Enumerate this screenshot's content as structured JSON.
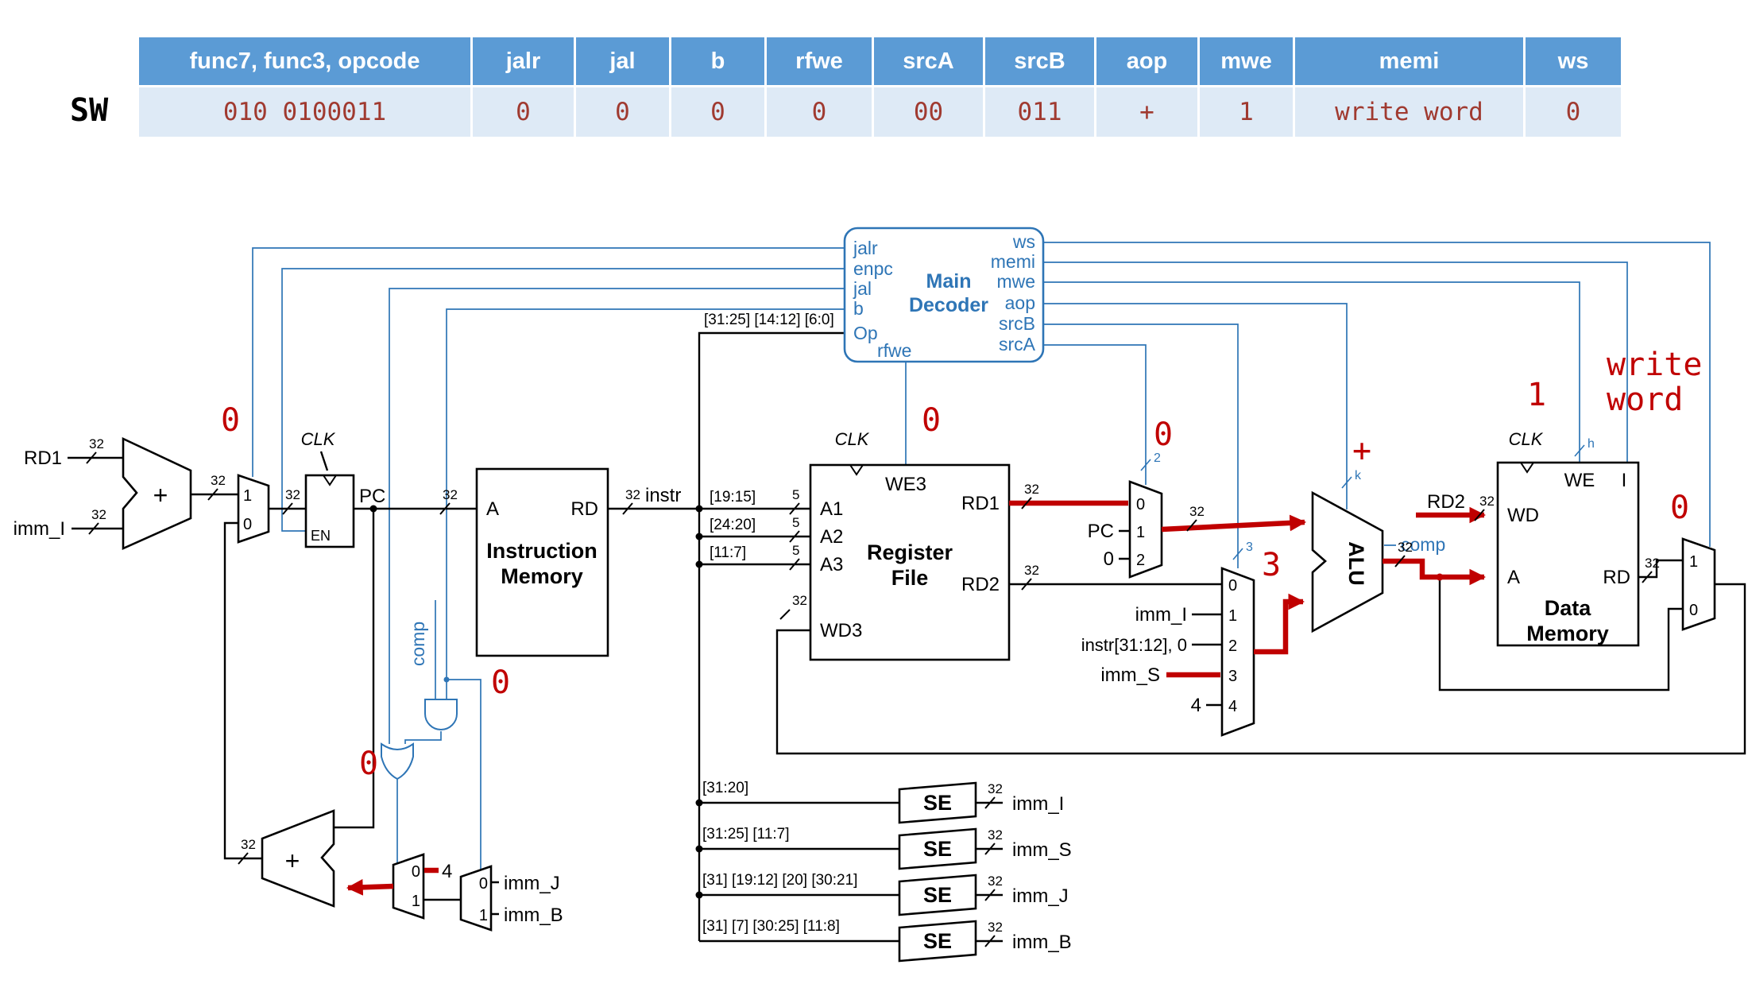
{
  "colors": {
    "table_header_bg": "#5B9BD5",
    "table_row_bg": "#DEEAF6",
    "value_red": "#A03A30",
    "annotation_red": "#C00000",
    "control_blue": "#2E75B6"
  },
  "table": {
    "row_label": "SW",
    "headers": [
      "func7, func3, opcode",
      "jalr",
      "jal",
      "b",
      "rfwe",
      "srcA",
      "srcB",
      "aop",
      "mwe",
      "memi",
      "ws"
    ],
    "values": [
      "010 0100011",
      "0",
      "0",
      "0",
      "0",
      "00",
      "011",
      "+",
      "1",
      "write word",
      "0"
    ]
  },
  "d": {
    "plus": "+",
    "left": {
      "rd1": "RD1",
      "immi": "imm_I"
    },
    "pc": {
      "clk": "CLK",
      "en": "EN",
      "pc": "PC",
      "m1": "1",
      "m0": "0"
    },
    "imem": {
      "a": "A",
      "rd": "RD",
      "n1": "Instruction",
      "n2": "Memory",
      "instr": "instr"
    },
    "slice": {
      "op": "[31:25] [14:12] [6:0]",
      "a1": "[19:15]",
      "a2": "[24:20]",
      "a3": "[11:7]",
      "s1": "[31:20]",
      "s2": "[31:25] [11:7]",
      "s3": "[31] [19:12] [20] [30:21]",
      "s4": "[31] [7] [30:25] [11:8]"
    },
    "dec": {
      "t1": "Main",
      "t2": "Decoder",
      "jalr": "jalr",
      "enpc": "enpc",
      "jal": "jal",
      "b": "b",
      "op": "Op",
      "rfwe": "rfwe",
      "ws": "ws",
      "memi": "memi",
      "mwe": "mwe",
      "aop": "aop",
      "srcb": "srcB",
      "srca": "srcA"
    },
    "rf": {
      "clk": "CLK",
      "we3": "WE3",
      "a1": "A1",
      "a2": "A2",
      "a3": "A3",
      "wd3": "WD3",
      "rd1": "RD1",
      "rd2": "RD2",
      "n1": "Register",
      "n2": "File"
    },
    "ma": {
      "i0": "0",
      "i1": "1",
      "i2": "2",
      "pc": "PC",
      "zero": "0"
    },
    "mb": {
      "i0": "0",
      "i1": "1",
      "i2": "2",
      "i3": "3",
      "i4": "4",
      "immi": "imm_I",
      "instr": "instr[31:12], 0",
      "imms": "imm_S",
      "four": "4"
    },
    "alu": {
      "name": "ALU",
      "comp": "comp"
    },
    "compv": "comp",
    "dm": {
      "clk": "CLK",
      "we": "WE",
      "i": "I",
      "wd": "WD",
      "a": "A",
      "rd": "RD",
      "n1": "Data",
      "n2": "Memory",
      "rd2": "RD2"
    },
    "mw": {
      "i1": "1",
      "i0": "0"
    },
    "se": "SE",
    "imm": {
      "i": "imm_I",
      "s": "imm_S",
      "j": "imm_J",
      "b": "imm_B"
    },
    "mj": {
      "m0": "0",
      "m1": "1",
      "n0": "0",
      "n1": "1",
      "immj": "imm_J",
      "immb": "imm_B",
      "four": "4"
    },
    "w": {
      "b32": "32",
      "b5": "5",
      "b2": "2",
      "b3": "3",
      "bk": "k",
      "bh": "h"
    },
    "red": {
      "jalr": "0",
      "rfwe": "0",
      "srca": "0",
      "srcb": "3",
      "aop": "+",
      "mwe": "1",
      "memi1": "write",
      "memi2": "word",
      "ws": "0",
      "b": "0",
      "jal": "0"
    }
  }
}
